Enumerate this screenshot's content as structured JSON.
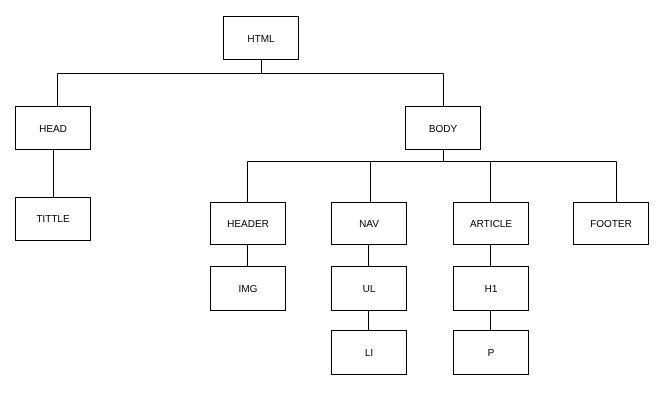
{
  "diagram": {
    "type": "tree",
    "line_color": "#000000",
    "box_fill": "#ffffff",
    "box_border": "#000000",
    "nodes": {
      "html": "HTML",
      "head": "HEAD",
      "tittle": "TITTLE",
      "body": "BODY",
      "header": "HEADER",
      "img": "IMG",
      "nav": "NAV",
      "ul": "UL",
      "li": "LI",
      "article": "ARTICLE",
      "h1": "H1",
      "p": "P",
      "footer": "FOOTER"
    },
    "edges": [
      [
        "html",
        "head"
      ],
      [
        "html",
        "body"
      ],
      [
        "head",
        "tittle"
      ],
      [
        "body",
        "header"
      ],
      [
        "body",
        "nav"
      ],
      [
        "body",
        "article"
      ],
      [
        "body",
        "footer"
      ],
      [
        "header",
        "img"
      ],
      [
        "nav",
        "ul"
      ],
      [
        "ul",
        "li"
      ],
      [
        "article",
        "h1"
      ],
      [
        "h1",
        "p"
      ]
    ]
  }
}
